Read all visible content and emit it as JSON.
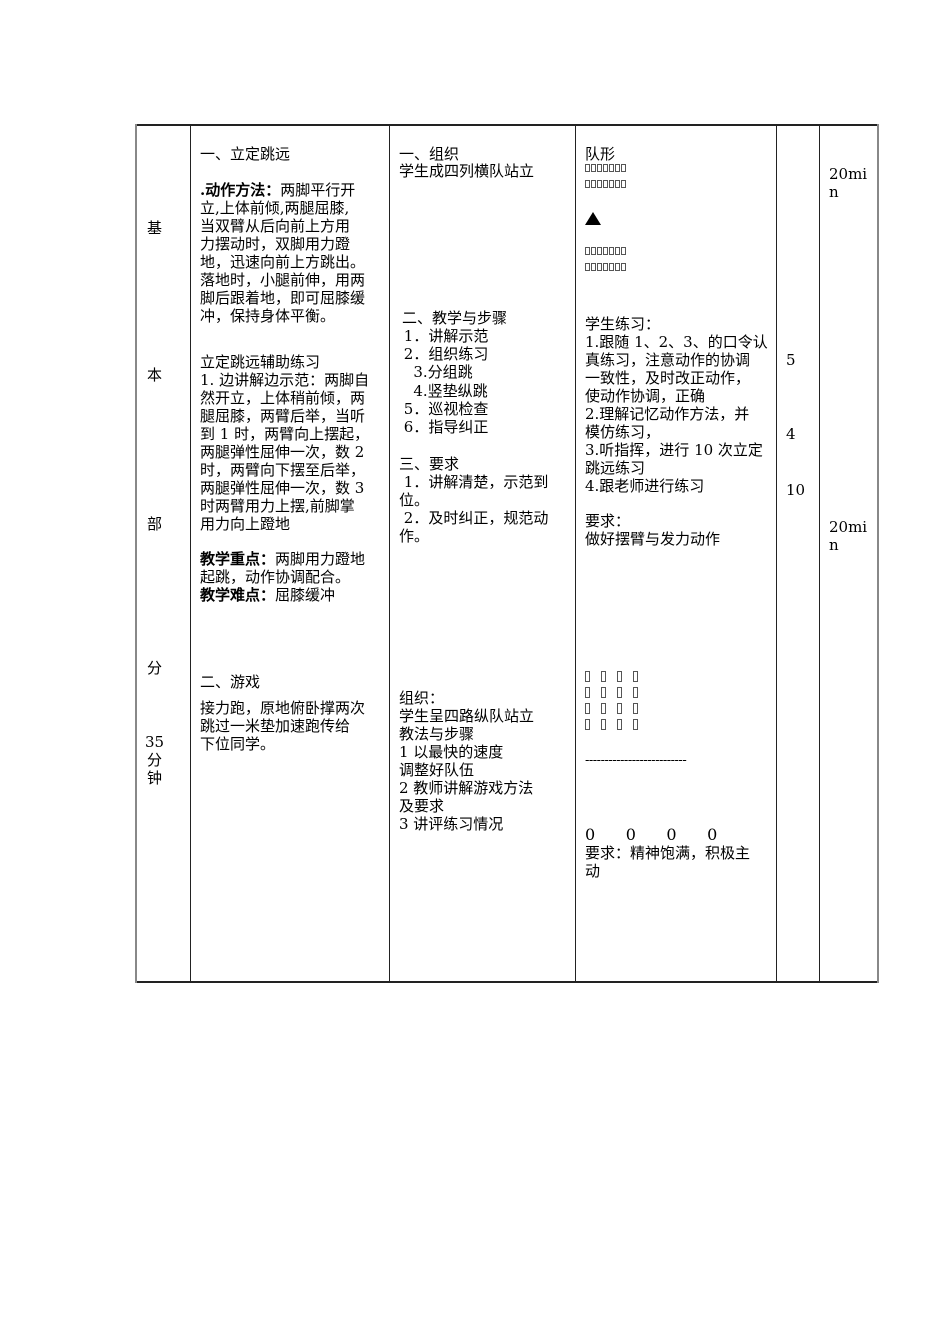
{
  "section_label": {
    "chars": [
      "基",
      "本",
      "部",
      "分"
    ],
    "duration": [
      "35",
      "分",
      "钟"
    ]
  },
  "content": {
    "part1": {
      "title": "一、立定跳远",
      "method_label": ".动作方法：",
      "method_lines": [
        "两脚平行开",
        "立,上体前倾,两腿屈膝,",
        "当双臂从后向前上方用",
        "力摆动时，双脚用力蹬",
        "地，迅速向前上方跳出。",
        "落地时，小腿前伸，用两",
        "脚后跟着地，即可屈膝缓",
        "冲，保持身体平衡。"
      ],
      "aux_title": "立定跳远辅助练习",
      "aux_lines": [
        "1. 边讲解边示范：两脚自",
        "然开立，上体稍前倾，两",
        "腿屈膝，两臂后举，当听",
        "到 1 时，两臂向上摆起，",
        "两腿弹性屈伸一次，数 2",
        "时，两臂向下摆至后举，",
        "两腿弹性屈伸一次，数 3",
        "时两臂用力上摆,前脚掌",
        "用力向上蹬地"
      ],
      "key_label": "教学重点：",
      "key_lines": [
        "两脚用力蹬地",
        "起跳，动作协调配合。"
      ],
      "difficulty_label": "教学难点：",
      "difficulty_text": "屈膝缓冲"
    },
    "part2": {
      "title": "二、游戏",
      "lines": [
        "接力跑，原地俯卧撑两次",
        "跳过一米垫加速跑传给",
        "下位同学。"
      ]
    }
  },
  "organization": {
    "org_title": "一、组织",
    "org_text": "学生成四列横队站立",
    "steps_title": "二、教学与步骤",
    "steps": [
      " 1．讲解示范",
      " 2．组织练习",
      "   3.分组跳",
      "   4.竖垫纵跳",
      " 5．巡视检查",
      " 6．指导纠正"
    ],
    "req_title": "三、要求",
    "req_lines": [
      " 1．讲解清楚，示范到",
      "位。",
      " 2．及时纠正，规范动",
      "作。"
    ],
    "game_lines": [
      "组织：",
      "学生呈四路纵队站立",
      "教法与步骤",
      "1 以最快的速度",
      "调整好队伍",
      "2 教师讲解游戏方法",
      "及要求",
      "3 讲评练习情况"
    ]
  },
  "student": {
    "formation_title": "队形",
    "practice_lines": [
      "学生练习：",
      "1.跟随 1、2、3、的口令认",
      "真练习，注意动作的协调",
      "一致性，及时改正动作，",
      "使动作协调，正确",
      "2.理解记忆动作方法，并",
      "模仿练习，",
      "3.听指挥，进行 10 次立定",
      "跳远练习",
      "4.跟老师进行练习"
    ],
    "req_title": "要求：",
    "req_text": "做好摆臂与发力动作",
    "dashes": "--------------------------",
    "circles": "0      0      0      0",
    "game_req_lines": [
      "要求：精神饱满，积极主",
      "动"
    ]
  },
  "counts": [
    "5",
    "4",
    "10"
  ],
  "times": [
    [
      "20mi",
      "n"
    ],
    [
      "20mi",
      "n"
    ]
  ]
}
